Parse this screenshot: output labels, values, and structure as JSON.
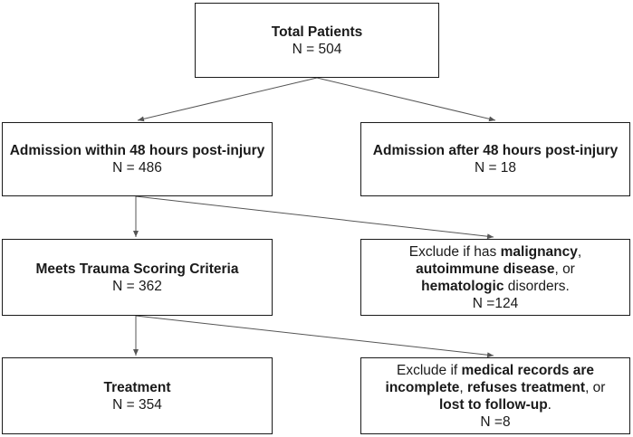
{
  "boxes": {
    "total": {
      "title": "Total Patients",
      "count": "N = 504"
    },
    "within": {
      "title": "Admission within 48 hours post-injury",
      "count": "N = 486"
    },
    "after": {
      "title": "Admission after 48 hours post-injury",
      "count": "N = 18"
    },
    "meets": {
      "title": "Meets Trauma Scoring Criteria",
      "count": "N = 362"
    },
    "exclude1": {
      "line1": {
        "a": "Exclude if has ",
        "b": "malignancy",
        "c": ","
      },
      "line2": {
        "b": "autoimmune disease",
        "c": ", or"
      },
      "line3": {
        "b": "hematologic",
        "c": " disorders."
      },
      "count": "N =124"
    },
    "treatment": {
      "title": "Treatment",
      "count": "N = 354"
    },
    "exclude2": {
      "line1": {
        "a": "Exclude if ",
        "b": "medical records are"
      },
      "line2": {
        "b1": "incomplete",
        "c": ", ",
        "b2": "refuses treatment",
        "d": ", or"
      },
      "line3": {
        "b": "lost to follow-up",
        "c": "."
      },
      "count": "N =8"
    }
  },
  "colors": {
    "line": "#1a1a1a",
    "arrow": "#555555",
    "background": "#ffffff"
  }
}
